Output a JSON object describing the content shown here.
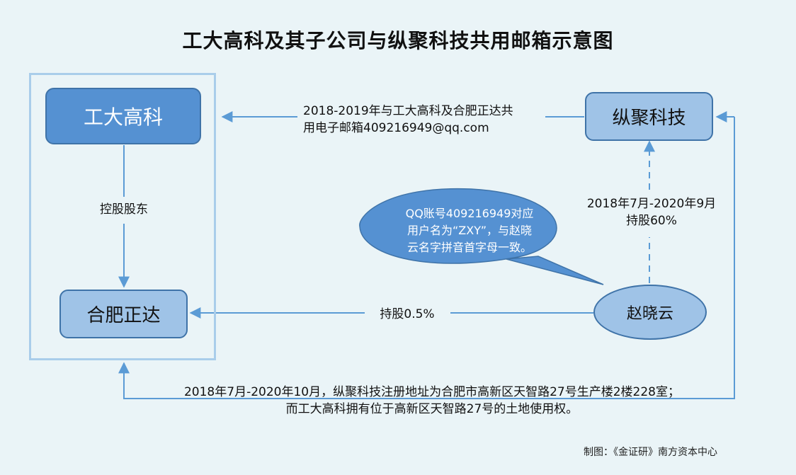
{
  "title": "工大高科及其子公司与纵聚科技共用邮箱示意图",
  "nodes": {
    "gongda": "工大高科",
    "hefei": "合肥正达",
    "zongju": "纵聚科技",
    "zhao": "赵晓云"
  },
  "edges": {
    "gongda_to_hefei": "控股股东",
    "email_line1": "2018-2019年与工大高科及合肥正达共",
    "email_line2": "用电子邮箱409216949@qq.com",
    "zhao_zongju_line1": "2018年7月-2020年9月",
    "zhao_zongju_line2": "持股60%",
    "zhao_hefei": "持股0.5%",
    "address_line1": "2018年7月-2020年10月，纵聚科技注册地址为合肥市高新区天智路27号生产楼2楼228室；",
    "address_line2": "而工大高科拥有位于高新区天智路27号的土地使用权。"
  },
  "bubble": {
    "line1": "QQ账号409216949对应",
    "line2": "用户名为“ZXY”，与赵晓",
    "line3": "云名字拼音首字母一致。"
  },
  "credit": "制图：《金证研》南方资本中心",
  "colors": {
    "background": "#eaf4f7",
    "dark_box": "#5591d2",
    "light_box": "#9fc3e7",
    "line": "#5b9bd5",
    "frame": "#a9cdea"
  }
}
